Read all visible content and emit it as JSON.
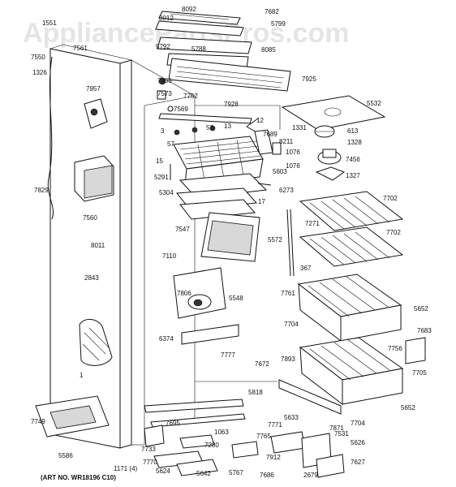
{
  "watermark": "AppliancePartsPros.com",
  "art_number": "(ART NO. WR18196 C10)",
  "part_labels": [
    "1551",
    "7561",
    "7550",
    "1326",
    "8092",
    "7682",
    "8012",
    "5799",
    "5792",
    "5788",
    "8085",
    "7957",
    "7835",
    "7573",
    "7752",
    "7569",
    "7925",
    "5532",
    "7928",
    "12",
    "3",
    "57",
    "13",
    "7689",
    "1331",
    "613",
    "1328",
    "57",
    "15",
    "8211",
    "1076",
    "7456",
    "5291",
    "5603",
    "1076",
    "1327",
    "7829",
    "5304",
    "6273",
    "17",
    "7702",
    "7560",
    "7547",
    "5572",
    "7271",
    "7702",
    "8011",
    "7110",
    "367",
    "2843",
    "7806",
    "5548",
    "7761",
    "5652",
    "7704",
    "6374",
    "7777",
    "7683",
    "7756",
    "7705",
    "7672",
    "7893",
    "1",
    "5818",
    "5652",
    "7704",
    "7749",
    "5586",
    "7695",
    "7771",
    "5633",
    "7871",
    "7531",
    "7733",
    "7280",
    "1063",
    "7765",
    "5626",
    "7770",
    "7912",
    "7627",
    "1171 (4)",
    "5624",
    "5642",
    "5767",
    "7686",
    "2679"
  ]
}
